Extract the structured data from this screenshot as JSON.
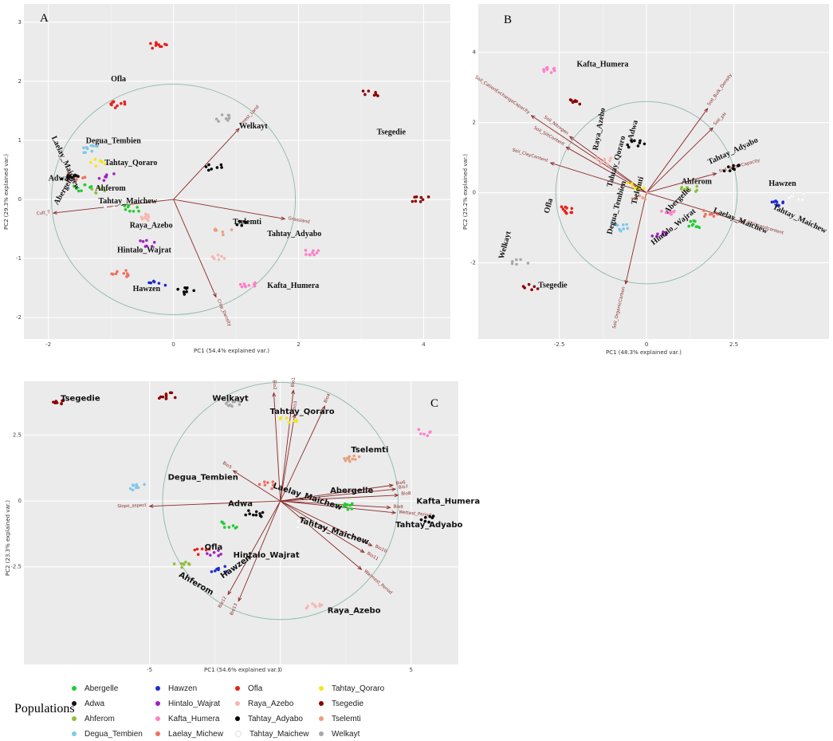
{
  "figure": {
    "legend_title": "Populations",
    "populations": [
      {
        "name": "Abergelle",
        "color": "#22cc33"
      },
      {
        "name": "Adwa",
        "color": "#111111"
      },
      {
        "name": "Ahferom",
        "color": "#8fbf3a"
      },
      {
        "name": "Degua_Tembien",
        "color": "#7ec8ea"
      },
      {
        "name": "Hawzen",
        "color": "#1f2bd0"
      },
      {
        "name": "Hintalo_Wajrat",
        "color": "#a020c0"
      },
      {
        "name": "Kafta_Humera",
        "color": "#ff80c8"
      },
      {
        "name": "Laelay_Michew",
        "color": "#f07060"
      },
      {
        "name": "Ofla",
        "color": "#e8201a"
      },
      {
        "name": "Raya_Azebo",
        "color": "#f6b6b0"
      },
      {
        "name": "Tahtay_Adyabo",
        "color": "#000000"
      },
      {
        "name": "Tahtay_Maichew",
        "color": "#ffffff"
      },
      {
        "name": "Tahtay_Qoraro",
        "color": "#f5e61a"
      },
      {
        "name": "Tsegedie",
        "color": "#8b0000"
      },
      {
        "name": "Tselemti",
        "color": "#e8a080"
      },
      {
        "name": "Welkayt",
        "color": "#a8a8a8"
      }
    ]
  },
  "chart_data": [
    {
      "type": "scatter",
      "panel": "A",
      "xlabel": "PC1 (54.4% explained var.)",
      "ylabel": "PC2 (29.3% explained var.)",
      "xlim": [
        -2.2,
        4.3
      ],
      "ylim": [
        -2.2,
        3.2
      ],
      "xticks": [
        -2,
        0,
        2,
        4
      ],
      "yticks": [
        -2,
        -1,
        0,
        1,
        2,
        3
      ],
      "circle_radius": 1.95,
      "vectors": [
        {
          "label": "Forest_Land",
          "x": 1.05,
          "y": 1.2
        },
        {
          "label": "Grassland",
          "x": 1.78,
          "y": -0.33
        },
        {
          "label": "Crop_Density",
          "x": 0.68,
          "y": -1.65
        },
        {
          "label": "Cult_T",
          "x": -1.92,
          "y": -0.23
        }
      ],
      "clusters": [
        {
          "pop": "Ofla",
          "label": "Ofla",
          "x": -0.9,
          "y": 1.6,
          "lx": -1.0,
          "ly": 2.0
        },
        {
          "pop": "Ofla",
          "label": "",
          "x": -0.25,
          "y": 2.6,
          "lx": null,
          "ly": null
        },
        {
          "pop": "Tsegedie",
          "label": "Tsegedie",
          "x": 3.15,
          "y": 1.8,
          "lx": 3.25,
          "ly": 1.1
        },
        {
          "pop": "Tsegedie",
          "label": "",
          "x": 3.95,
          "y": 0.02,
          "lx": null,
          "ly": null
        },
        {
          "pop": "Welkayt",
          "label": "Welkayt",
          "x": 0.8,
          "y": 1.38,
          "lx": 1.05,
          "ly": 1.2
        },
        {
          "pop": "Degua_Tembien",
          "label": "Degua_Tembien",
          "x": -1.3,
          "y": 0.85,
          "lx": -1.4,
          "ly": 0.95
        },
        {
          "pop": "Tahtay_Qoraro",
          "label": "Tahtay_Qoraro",
          "x": -1.2,
          "y": 0.62,
          "lx": -1.1,
          "ly": 0.58
        },
        {
          "pop": "Laelay_Michew",
          "label": "Laelay_Maichew",
          "x": -1.55,
          "y": 0.38,
          "lx": -1.95,
          "ly": 1.05
        },
        {
          "pop": "Adwa",
          "label": "Adwa",
          "x": -1.65,
          "y": 0.4,
          "lx": -2.0,
          "ly": 0.32
        },
        {
          "pop": "Abergelle",
          "label": "Abergelle",
          "x": -1.45,
          "y": 0.2,
          "lx": -1.85,
          "ly": -0.1
        },
        {
          "pop": "Ahferom",
          "label": "Ahferom",
          "x": -1.2,
          "y": 0.15,
          "lx": -1.25,
          "ly": 0.15
        },
        {
          "pop": "Hintalo_Wajrat",
          "label": "",
          "x": -1.05,
          "y": 0.38,
          "lx": null,
          "ly": null
        },
        {
          "pop": "Tahtay_Maichew",
          "label": "Tahtay_Maichew",
          "x": -1.0,
          "y": -0.1,
          "lx": -1.2,
          "ly": -0.07
        },
        {
          "pop": "Abergelle",
          "label": "",
          "x": -0.65,
          "y": -0.15,
          "lx": null,
          "ly": null
        },
        {
          "pop": "Raya_Azebo",
          "label": "Raya_Azebo",
          "x": -0.45,
          "y": -0.3,
          "lx": -0.7,
          "ly": -0.48
        },
        {
          "pop": "Hintalo_Wajrat",
          "label": "Hintalo_Wajrat",
          "x": -0.4,
          "y": -0.75,
          "lx": -0.9,
          "ly": -0.9
        },
        {
          "pop": "Hawzen",
          "label": "Hawzen",
          "x": -0.25,
          "y": -1.42,
          "lx": -0.65,
          "ly": -1.55
        },
        {
          "pop": "Tahtay_Adyabo",
          "label": "",
          "x": 0.2,
          "y": -1.55,
          "lx": null,
          "ly": null
        },
        {
          "pop": "Laelay_Michew",
          "label": "",
          "x": -0.85,
          "y": -1.25,
          "lx": null,
          "ly": null
        },
        {
          "pop": "Tselemti",
          "label": "Tselemti",
          "x": 0.8,
          "y": -0.55,
          "lx": 0.95,
          "ly": -0.42
        },
        {
          "pop": "Tahtay_Adyabo",
          "label": "Tahtay_Adyabo",
          "x": 1.1,
          "y": -0.4,
          "lx": 1.5,
          "ly": -0.62
        },
        {
          "pop": "Raya_Azebo",
          "label": "",
          "x": 0.75,
          "y": -0.98,
          "lx": null,
          "ly": null
        },
        {
          "pop": "Kafta_Humera",
          "label": "Kafta_Humera",
          "x": 2.25,
          "y": -0.88,
          "lx": 1.5,
          "ly": -1.5
        },
        {
          "pop": "Kafta_Humera",
          "label": "",
          "x": 1.2,
          "y": -1.45,
          "lx": null,
          "ly": null
        },
        {
          "pop": "Tahtay_Adyabo",
          "label": "",
          "x": 0.65,
          "y": 0.55,
          "lx": null,
          "ly": null
        }
      ]
    },
    {
      "type": "scatter",
      "panel": "B",
      "xlabel": "PC1 (48.3% explained var.)",
      "ylabel": "PC2 (25.2% explained var.)",
      "xlim": [
        -4.5,
        5.0
      ],
      "ylim": [
        -3.9,
        5.2
      ],
      "xticks": [
        -2.5,
        0.0,
        2.5
      ],
      "yticks": [
        -2,
        0,
        2,
        4
      ],
      "circle_radius": 2.6,
      "vectors": [
        {
          "label": "Soil_Bulk_Density",
          "x": 1.75,
          "y": 2.4
        },
        {
          "label": "Soil_pH",
          "x": 1.9,
          "y": 1.85
        },
        {
          "label": "Soil_WaterCapacity",
          "x": 2.0,
          "y": 0.55
        },
        {
          "label": "Soil_sandcontent",
          "x": 2.8,
          "y": -0.85
        },
        {
          "label": "Soil_OrganicCarbon",
          "x": -0.6,
          "y": -2.6
        },
        {
          "label": "Soil_ClayContent",
          "x": -2.75,
          "y": 0.85
        },
        {
          "label": "Soil_SiltContent",
          "x": -2.3,
          "y": 1.3
        },
        {
          "label": "Soil_CationExchangeCapacity",
          "x": -3.3,
          "y": 2.2
        },
        {
          "label": "Soil_Nitrogen",
          "x": -2.2,
          "y": 1.6
        }
      ],
      "clusters": [
        {
          "pop": "Kafta_Humera",
          "label": "Kafta_Humera",
          "x": -2.8,
          "y": 3.5,
          "lx": -2.0,
          "ly": 3.6
        },
        {
          "pop": "Tsegedie",
          "label": "",
          "x": -2.0,
          "y": 2.6,
          "lx": null,
          "ly": null
        },
        {
          "pop": "Welkayt",
          "label": "Welkayt",
          "x": -3.6,
          "y": -2.0,
          "lx": -4.1,
          "ly": -1.9
        },
        {
          "pop": "Tsegedie",
          "label": "Tsegedie",
          "x": -3.3,
          "y": -2.7,
          "lx": -3.1,
          "ly": -2.7
        },
        {
          "pop": "Ofla",
          "label": "Ofla",
          "x": -2.2,
          "y": -0.5,
          "lx": -2.8,
          "ly": -0.6
        },
        {
          "pop": "Raya_Azebo",
          "label": "Raya_Azebo",
          "x": -1.2,
          "y": 0.9,
          "lx": -1.4,
          "ly": 1.2
        },
        {
          "pop": "Adwa",
          "label": "Adwa",
          "x": -0.3,
          "y": 1.4,
          "lx": -0.4,
          "ly": 1.5
        },
        {
          "pop": "Tahtay_Qoraro",
          "label": "Tahtay_Qoraro",
          "x": -0.3,
          "y": 0.2,
          "lx": -1.0,
          "ly": 0.15
        },
        {
          "pop": "Tselemti",
          "label": "Tselemti",
          "x": -0.2,
          "y": -0.1,
          "lx": -0.3,
          "ly": -0.35
        },
        {
          "pop": "Degua_Tembien",
          "label": "Degua_Tembien",
          "x": -0.7,
          "y": -1.0,
          "lx": -1.0,
          "ly": -1.2
        },
        {
          "pop": "Ahferom",
          "label": "Ahferom",
          "x": 1.2,
          "y": 0.1,
          "lx": 1.0,
          "ly": 0.25
        },
        {
          "pop": "Abergelle",
          "label": "Abergelle",
          "x": 1.3,
          "y": -0.9,
          "lx": 0.6,
          "ly": -0.6
        },
        {
          "pop": "Hintalo_Wajrat",
          "label": "Hintalo_Wajrat",
          "x": 0.4,
          "y": -1.2,
          "lx": 0.2,
          "ly": -1.5
        },
        {
          "pop": "Tahtay_Adyabo",
          "label": "Tahtay_Adyabo",
          "x": 2.4,
          "y": 0.7,
          "lx": 1.8,
          "ly": 0.8
        },
        {
          "pop": "Laelay_Michew",
          "label": "Laelay_Maichew",
          "x": 1.8,
          "y": -0.6,
          "lx": 1.9,
          "ly": -0.55
        },
        {
          "pop": "Hawzen",
          "label": "Hawzen",
          "x": 3.8,
          "y": -0.3,
          "lx": 3.5,
          "ly": 0.2
        },
        {
          "pop": "Tahtay_Maichew",
          "label": "Tahtay_Maichew",
          "x": 4.3,
          "y": -0.1,
          "lx": 3.6,
          "ly": -0.45
        },
        {
          "pop": "Kafta_Humera",
          "label": "",
          "x": 0.6,
          "y": -0.6,
          "lx": null,
          "ly": null
        }
      ]
    },
    {
      "type": "scatter",
      "panel": "C",
      "xlabel": "PC1 (54.6% explained var.)",
      "ylabel": "PC2 (23.3% explained var.)",
      "xlim": [
        -9.5,
        6.5
      ],
      "ylim": [
        -5.9,
        4.3
      ],
      "xticks": [
        -5,
        0,
        5
      ],
      "yticks": [
        -2.5,
        0,
        2.5
      ],
      "circle_radius": 4.5,
      "vectors": [
        {
          "label": "Bio1",
          "x": 0.5,
          "y": 4.2
        },
        {
          "label": "Bio2",
          "x": -0.25,
          "y": 4.1
        },
        {
          "label": "Bio3",
          "x": 0.55,
          "y": 3.3
        },
        {
          "label": "Bio4",
          "x": 1.7,
          "y": 3.6
        },
        {
          "label": "Bio5",
          "x": -1.8,
          "y": 1.15
        },
        {
          "label": "Bio6",
          "x": 4.3,
          "y": 0.6
        },
        {
          "label": "Bio7",
          "x": 4.4,
          "y": 0.45
        },
        {
          "label": "Bio8",
          "x": 4.5,
          "y": 0.22
        },
        {
          "label": "Bio9",
          "x": 4.2,
          "y": -0.25
        },
        {
          "label": "Bio10",
          "x": 3.5,
          "y": -1.7
        },
        {
          "label": "Bio11",
          "x": 3.2,
          "y": -1.95
        },
        {
          "label": "Bio12",
          "x": -2.0,
          "y": -3.55
        },
        {
          "label": "Bio13",
          "x": -1.6,
          "y": -3.8
        },
        {
          "label": "Wettest_Period",
          "x": 4.4,
          "y": -0.45
        },
        {
          "label": "Warmest_Period",
          "x": 3.1,
          "y": -2.6
        },
        {
          "label": "Slope_aspect",
          "x": -5.0,
          "y": -0.2
        }
      ],
      "clusters": [
        {
          "pop": "Tsegedie",
          "label": "Tsegedie",
          "x": -8.5,
          "y": 3.7,
          "lx": -8.4,
          "ly": 3.8
        },
        {
          "pop": "Tsegedie",
          "label": "",
          "x": -4.3,
          "y": 4.0,
          "lx": null,
          "ly": null
        },
        {
          "pop": "Welkayt",
          "label": "Welkayt",
          "x": -1.8,
          "y": 3.7,
          "lx": -2.6,
          "ly": 3.8
        },
        {
          "pop": "Tahtay_Qoraro",
          "label": "Tahtay_Qoraro",
          "x": 0.3,
          "y": 3.1,
          "lx": -0.4,
          "ly": 3.3
        },
        {
          "pop": "Degua_Tembien",
          "label": "Degua_Tembien",
          "x": -5.5,
          "y": 0.5,
          "lx": -4.3,
          "ly": 0.8
        },
        {
          "pop": "Tselemti",
          "label": "Tselemti",
          "x": 2.7,
          "y": 1.6,
          "lx": 2.7,
          "ly": 1.85
        },
        {
          "pop": "Laelay_Michew",
          "label": "Laelay_Maichew",
          "x": -0.5,
          "y": 0.6,
          "lx": -0.3,
          "ly": 0.5
        },
        {
          "pop": "Abergelle",
          "label": "Abergelle",
          "x": 2.5,
          "y": -0.2,
          "lx": 1.9,
          "ly": 0.3
        },
        {
          "pop": "Adwa",
          "label": "Adwa",
          "x": -1.0,
          "y": -0.5,
          "lx": -2.0,
          "ly": -0.2
        },
        {
          "pop": "Abergelle",
          "label": "",
          "x": -2.0,
          "y": -0.9,
          "lx": null,
          "ly": null
        },
        {
          "pop": "Tahtay_Maichew",
          "label": "Tahtay_Maichew",
          "x": 1.0,
          "y": -0.9,
          "lx": 0.7,
          "ly": -0.8
        },
        {
          "pop": "Kafta_Humera",
          "label": "Kafta_Humera",
          "x": 5.5,
          "y": 2.6,
          "lx": 5.2,
          "ly": -0.1
        },
        {
          "pop": "Tahtay_Adyabo",
          "label": "Tahtay_Adyabo",
          "x": 5.6,
          "y": -0.7,
          "lx": 4.4,
          "ly": -1.0
        },
        {
          "pop": "Ofla",
          "label": "Ofla",
          "x": -3.0,
          "y": -1.95,
          "lx": -2.9,
          "ly": -1.85
        },
        {
          "pop": "Hintalo_Wajrat",
          "label": "Hintalo_Wajrat",
          "x": -2.6,
          "y": -2.0,
          "lx": -1.8,
          "ly": -2.15
        },
        {
          "pop": "Hawzen",
          "label": "Hawzen",
          "x": -2.3,
          "y": -2.6,
          "lx": -2.2,
          "ly": -2.95
        },
        {
          "pop": "Ahferom",
          "label": "Ahferom",
          "x": -3.8,
          "y": -2.4,
          "lx": -3.9,
          "ly": -2.85
        },
        {
          "pop": "Raya_Azebo",
          "label": "Raya_Azebo",
          "x": 1.3,
          "y": -4.0,
          "lx": 1.8,
          "ly": -4.25
        }
      ]
    }
  ]
}
